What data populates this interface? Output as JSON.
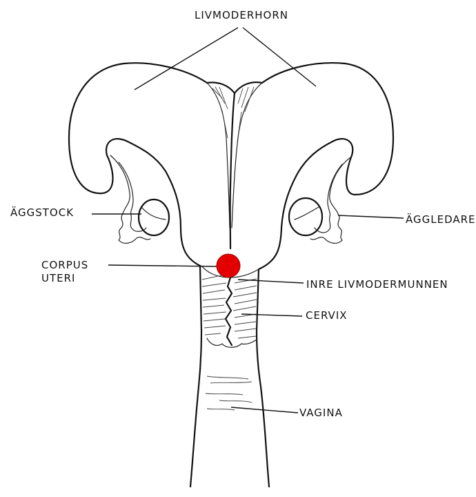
{
  "labels": {
    "livmoderhorn": "LIVMODERHORN",
    "aggstock": "ÄGGSTOCK",
    "aggledare": "ÄGGLEDARE",
    "corpus_uteri_1": "CORPUS",
    "corpus_uteri_2": "UTERI",
    "inre_livmodermunnen": "INRE LIVMODERMUNNEN",
    "cervix": "CERVIX",
    "vagina": "VAGINA"
  },
  "colors": {
    "marker": "#e20000",
    "ink": "#111111",
    "background": "#ffffff"
  }
}
